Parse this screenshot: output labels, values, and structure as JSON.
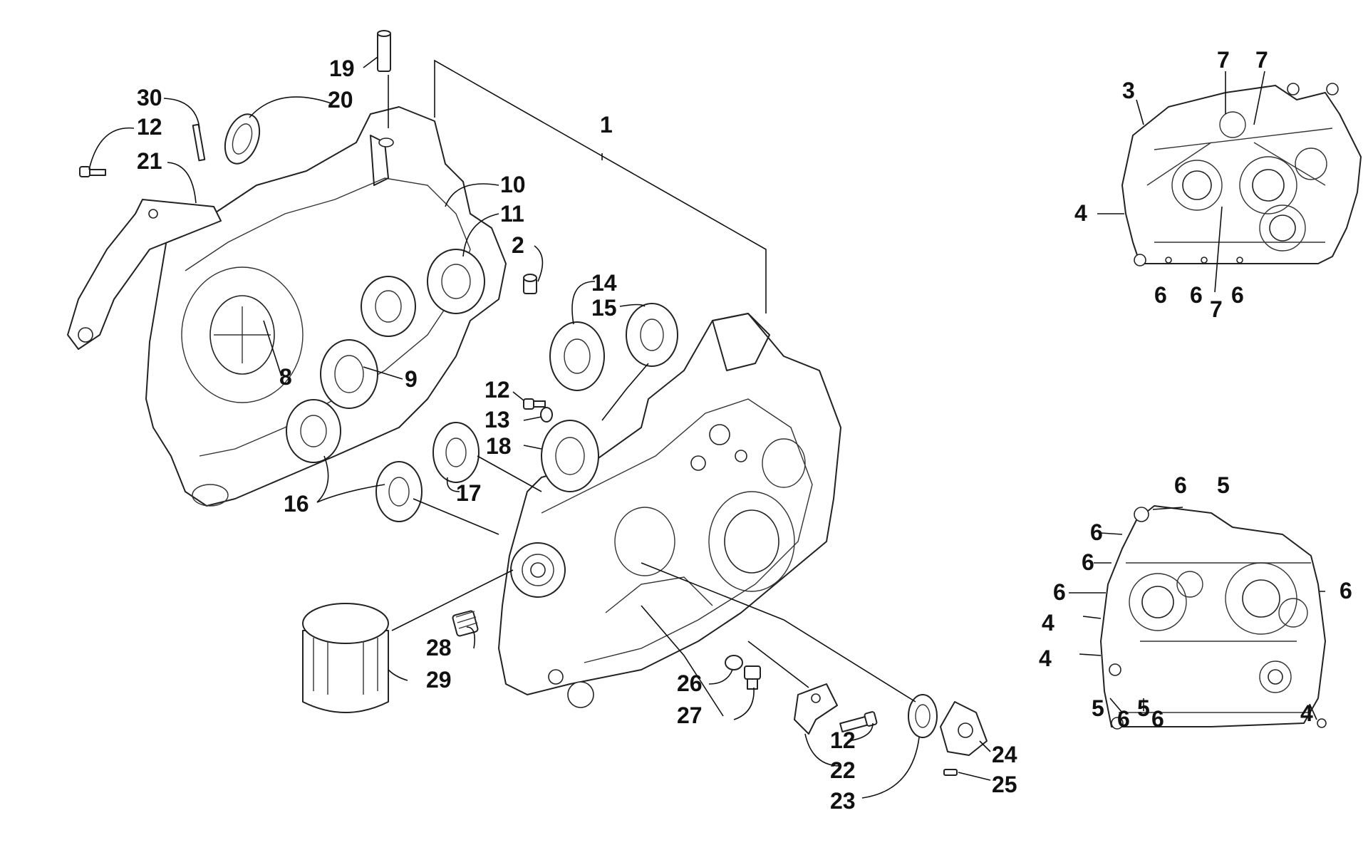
{
  "diagram": {
    "callouts": [
      {
        "id": "c1",
        "text": "1"
      },
      {
        "id": "c2",
        "text": "2"
      },
      {
        "id": "c8",
        "text": "8"
      },
      {
        "id": "c9",
        "text": "9"
      },
      {
        "id": "c10",
        "text": "10"
      },
      {
        "id": "c11",
        "text": "11"
      },
      {
        "id": "c12a",
        "text": "12"
      },
      {
        "id": "c12b",
        "text": "12"
      },
      {
        "id": "c12c",
        "text": "12"
      },
      {
        "id": "c13",
        "text": "13"
      },
      {
        "id": "c14",
        "text": "14"
      },
      {
        "id": "c15",
        "text": "15"
      },
      {
        "id": "c16",
        "text": "16"
      },
      {
        "id": "c17",
        "text": "17"
      },
      {
        "id": "c18",
        "text": "18"
      },
      {
        "id": "c19",
        "text": "19"
      },
      {
        "id": "c20",
        "text": "20"
      },
      {
        "id": "c21",
        "text": "21"
      },
      {
        "id": "c22",
        "text": "22"
      },
      {
        "id": "c23",
        "text": "23"
      },
      {
        "id": "c24",
        "text": "24"
      },
      {
        "id": "c25",
        "text": "25"
      },
      {
        "id": "c26",
        "text": "26"
      },
      {
        "id": "c27",
        "text": "27"
      },
      {
        "id": "c28",
        "text": "28"
      },
      {
        "id": "c29",
        "text": "29"
      },
      {
        "id": "c30",
        "text": "30"
      }
    ],
    "inset_top_callouts": [
      "3",
      "7",
      "7",
      "4",
      "6",
      "6",
      "7",
      "6"
    ],
    "inset_bottom_callouts": [
      "6",
      "5",
      "6",
      "6",
      "6",
      "6",
      "4",
      "4",
      "5",
      "6",
      "5",
      "6",
      "4"
    ]
  }
}
